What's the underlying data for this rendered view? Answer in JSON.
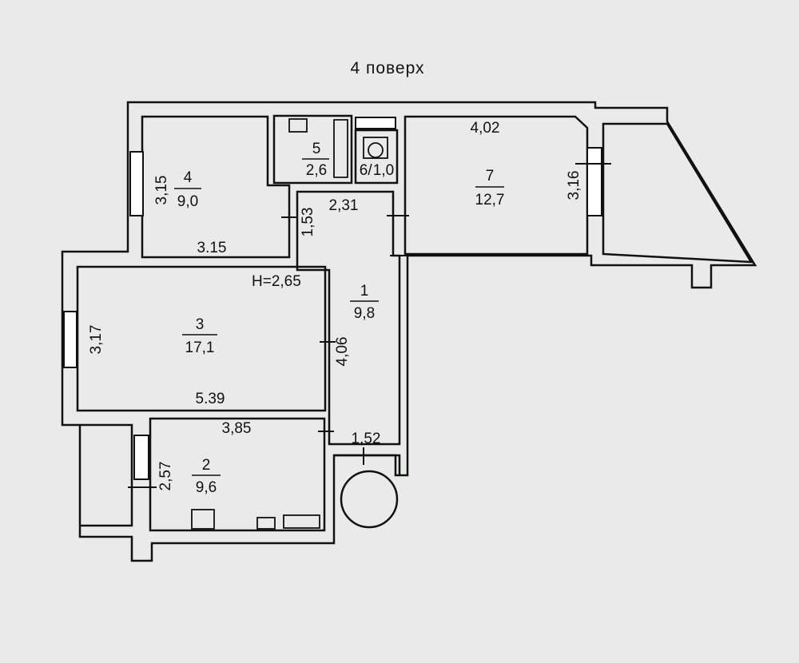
{
  "plan": {
    "floor_title": "4 поверх",
    "height_note": "H=2,65",
    "rooms": [
      {
        "id": "1",
        "number": "1",
        "area": "9,8"
      },
      {
        "id": "2",
        "number": "2",
        "area": "9,6"
      },
      {
        "id": "3",
        "number": "3",
        "area": "17,1"
      },
      {
        "id": "4",
        "number": "4",
        "area": "9,0"
      },
      {
        "id": "5",
        "number": "5",
        "area": "2,6"
      },
      {
        "id": "6",
        "number": "6",
        "area": "1,0"
      },
      {
        "id": "7",
        "number": "7",
        "area": "12,7"
      }
    ],
    "dimensions": {
      "room4_height": "3,15",
      "room4_width": "3.15",
      "room3_height": "3,17",
      "room3_width": "5.39",
      "room2_width": "3,85",
      "room2_height": "2,57",
      "hall_width_top": "2,31",
      "hall_door": "1,53",
      "hall_length": "4,06",
      "hall_bottom": "1,52",
      "room7_width": "4,02",
      "room7_height": "3,16"
    }
  }
}
